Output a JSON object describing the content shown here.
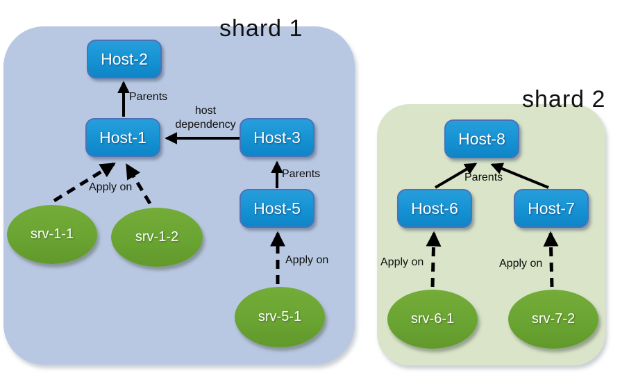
{
  "shards": [
    {
      "title": "shard 1",
      "hosts": [
        {
          "label": "Host-2"
        },
        {
          "label": "Host-1"
        },
        {
          "label": "Host-3"
        },
        {
          "label": "Host-5"
        }
      ],
      "services": [
        {
          "label": "srv-1-1"
        },
        {
          "label": "srv-1-2"
        },
        {
          "label": "srv-5-1"
        }
      ],
      "edges": {
        "parents_top": "Parents",
        "host_dependency": "host dependency",
        "parents_mid": "Parents",
        "apply_on_host1": "Apply on",
        "apply_on_host5": "Apply on"
      }
    },
    {
      "title": "shard 2",
      "hosts": [
        {
          "label": "Host-8"
        },
        {
          "label": "Host-6"
        },
        {
          "label": "Host-7"
        }
      ],
      "services": [
        {
          "label": "srv-6-1"
        },
        {
          "label": "srv-7-2"
        }
      ],
      "edges": {
        "parents": "Parents",
        "apply_on_host6": "Apply on",
        "apply_on_host7": "Apply on"
      }
    }
  ],
  "colors": {
    "shard1_bg": "#b9c8e2",
    "shard2_bg": "#d9e4c8",
    "host_border": "#4a72b8",
    "arrow": "#000000",
    "title_color": "#111111",
    "label_color": "#0d0d0d",
    "node_text": "#ffffff"
  }
}
